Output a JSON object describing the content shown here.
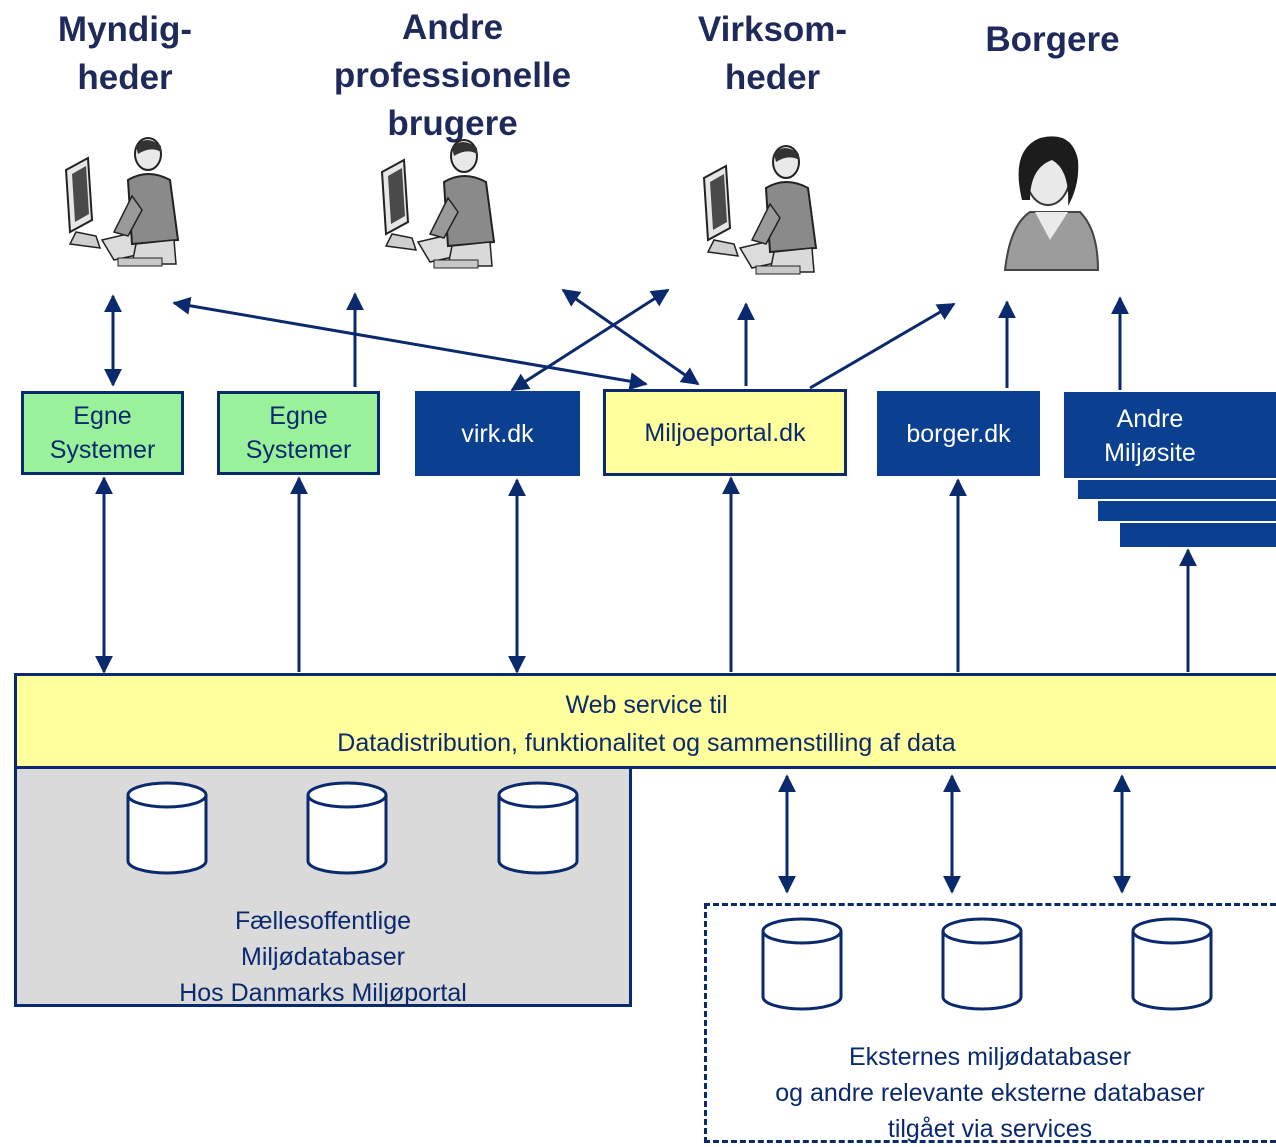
{
  "user_groups": [
    {
      "label": "Myndig-\nheder"
    },
    {
      "label": "Andre\nprofessionelle\nbrugere"
    },
    {
      "label": "Virksom-\nheder"
    },
    {
      "label": "Borgere"
    }
  ],
  "boxes": {
    "egne1": "Egne\nSystemer",
    "egne2": "Egne\nSystemer",
    "virk": "virk.dk",
    "miljoeportal": "Miljoeportal.dk",
    "borger": "borger.dk",
    "andre": "Andre\nMiljøsite"
  },
  "web_service": {
    "line1": "Web service til",
    "line2": "Datadistribution, funktionalitet og sammenstilling af data"
  },
  "internal_db": "Fællesoffentlige\nMiljødatabaser\nHos Danmarks Miljøportal",
  "external_db": "Eksternes miljødatabaser\nog andre relevante eksterne databaser\ntilgået via services",
  "colors": {
    "navy": "#0b2a6e",
    "dark_blue_box": "#0b3f8f",
    "green_box": "#99f299",
    "yellow_box": "#ffff9e",
    "gray_box": "#dadada"
  }
}
